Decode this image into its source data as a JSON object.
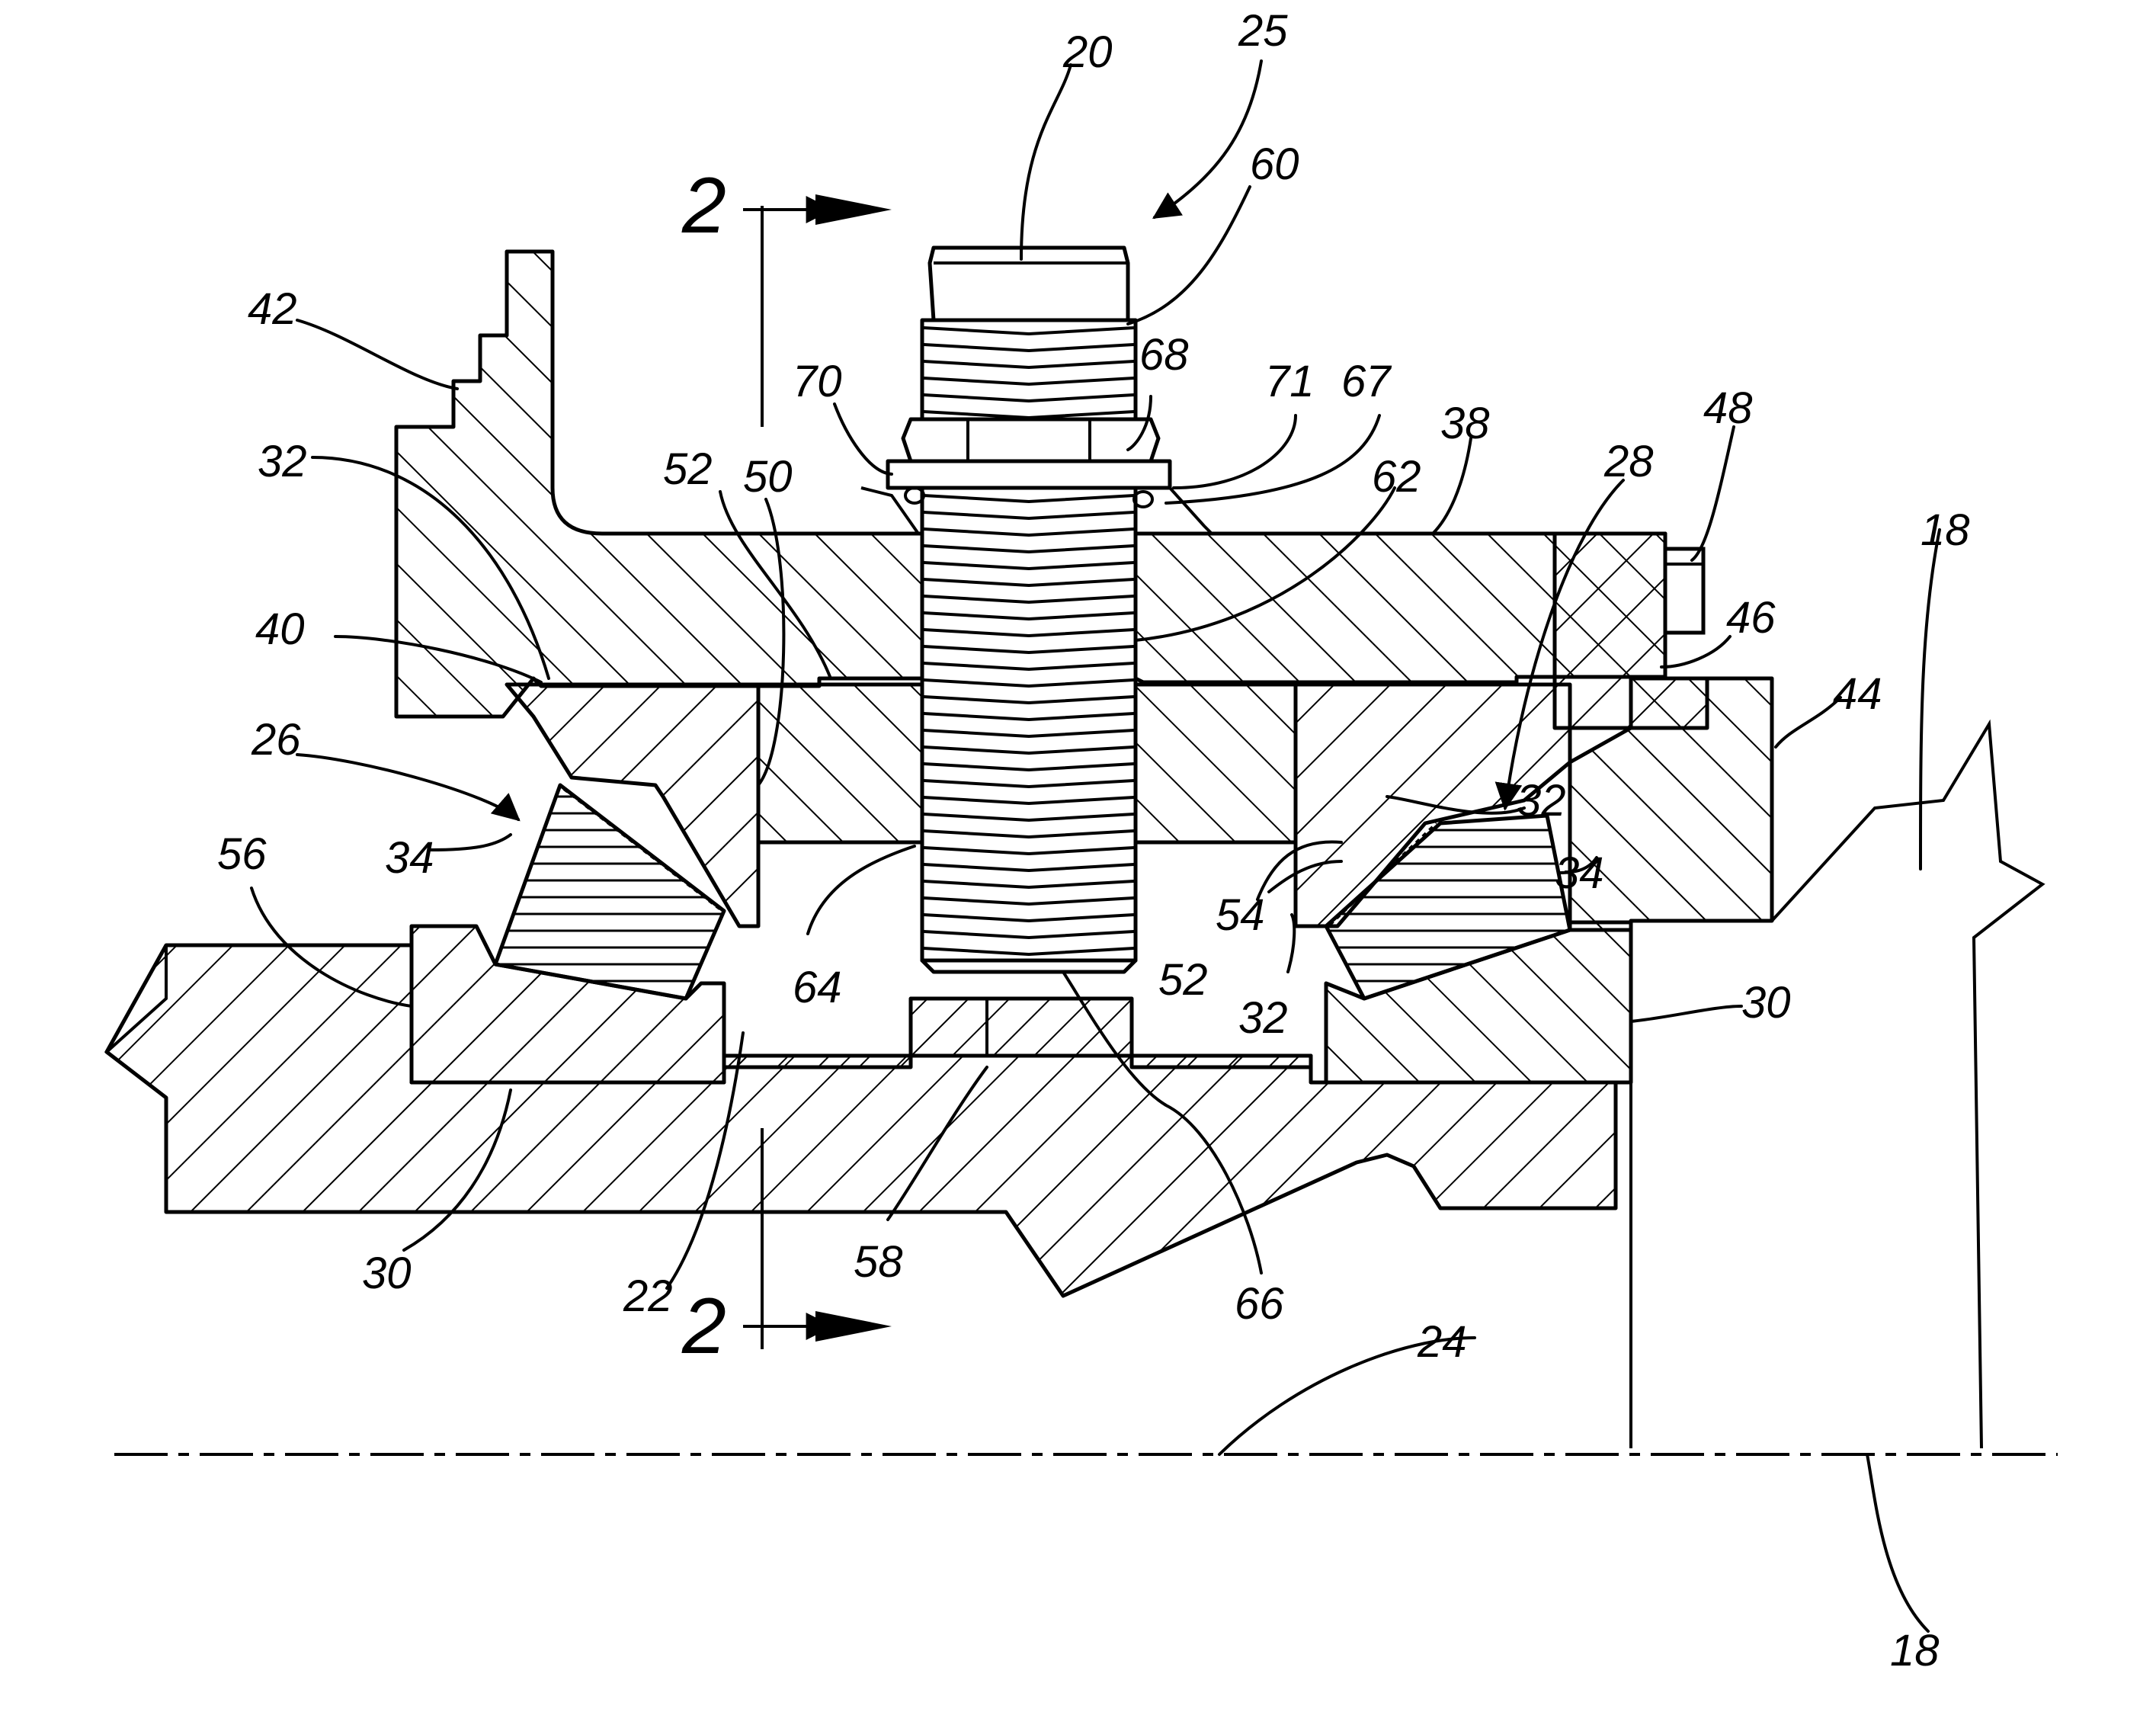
{
  "figure": {
    "section_marker": "2",
    "reference_numerals": [
      {
        "id": "n20",
        "text": "20"
      },
      {
        "id": "n25",
        "text": "25"
      },
      {
        "id": "n60",
        "text": "60"
      },
      {
        "id": "n42",
        "text": "42"
      },
      {
        "id": "n70",
        "text": "70"
      },
      {
        "id": "n68",
        "text": "68"
      },
      {
        "id": "n71",
        "text": "71"
      },
      {
        "id": "n67",
        "text": "67"
      },
      {
        "id": "n38",
        "text": "38"
      },
      {
        "id": "n48",
        "text": "48"
      },
      {
        "id": "n32a",
        "text": "32"
      },
      {
        "id": "n52a",
        "text": "52"
      },
      {
        "id": "n50",
        "text": "50"
      },
      {
        "id": "n62",
        "text": "62"
      },
      {
        "id": "n28",
        "text": "28"
      },
      {
        "id": "n18a",
        "text": "18"
      },
      {
        "id": "n40",
        "text": "40"
      },
      {
        "id": "n46",
        "text": "46"
      },
      {
        "id": "n44",
        "text": "44"
      },
      {
        "id": "n26",
        "text": "26"
      },
      {
        "id": "n32b",
        "text": "32"
      },
      {
        "id": "n56",
        "text": "56"
      },
      {
        "id": "n34a",
        "text": "34"
      },
      {
        "id": "n34b",
        "text": "34"
      },
      {
        "id": "n54",
        "text": "54"
      },
      {
        "id": "n64",
        "text": "64"
      },
      {
        "id": "n52b",
        "text": "52"
      },
      {
        "id": "n32c",
        "text": "32"
      },
      {
        "id": "n30a",
        "text": "30"
      },
      {
        "id": "n30b",
        "text": "30"
      },
      {
        "id": "n22",
        "text": "22"
      },
      {
        "id": "n58",
        "text": "58"
      },
      {
        "id": "n66",
        "text": "66"
      },
      {
        "id": "n24",
        "text": "24"
      },
      {
        "id": "n18b",
        "text": "18"
      }
    ]
  }
}
